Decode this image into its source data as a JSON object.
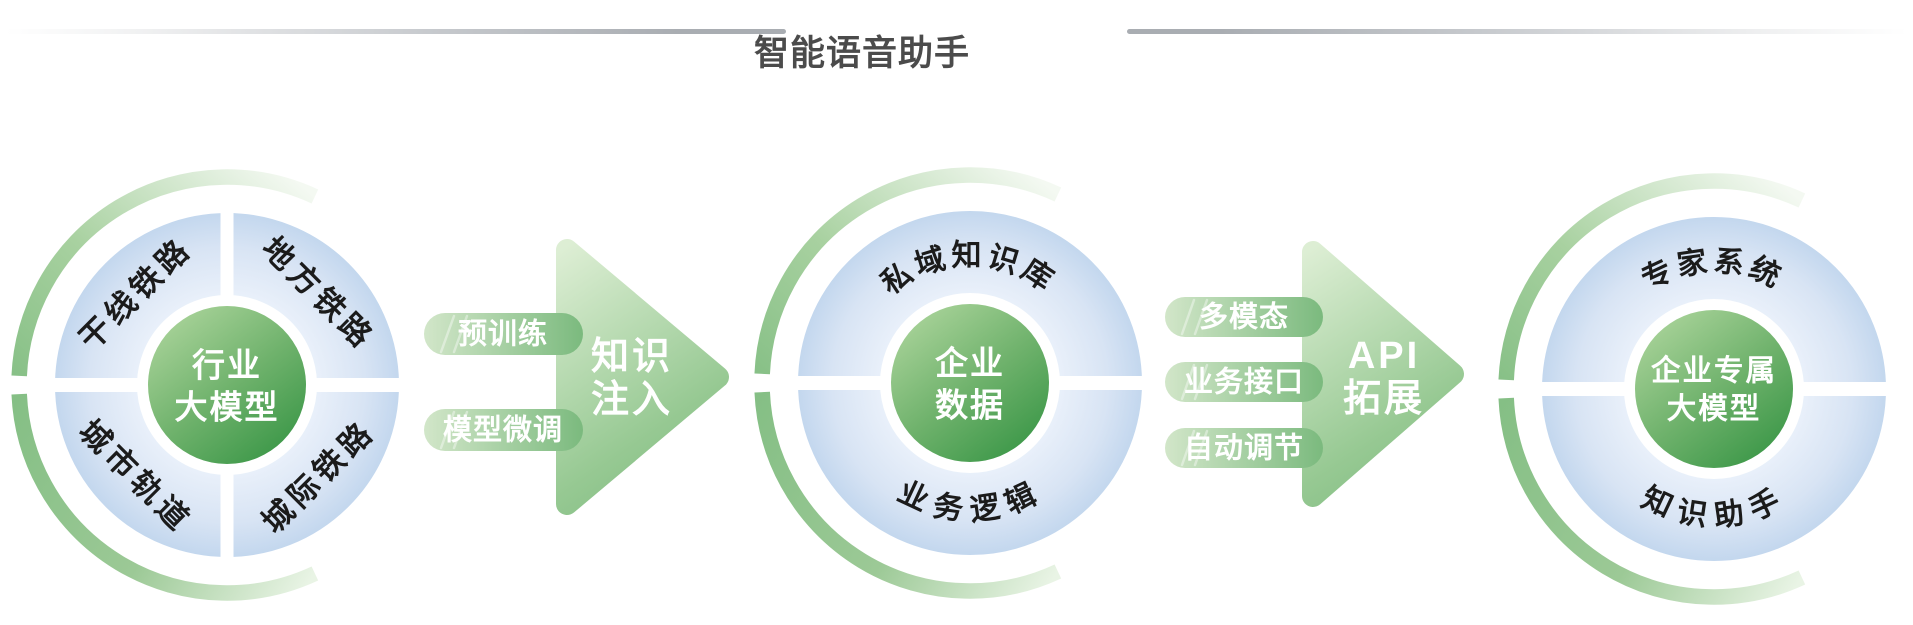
{
  "title": {
    "text": "智能语音助手"
  },
  "left_ring": {
    "center": {
      "line1": "行业",
      "line2": "大模型"
    },
    "quadrants": {
      "top_left": "干线铁路",
      "top_right": "地方铁路",
      "bottom_left": "城市轨道",
      "bottom_right": "城际铁路"
    }
  },
  "arrow1": {
    "label": {
      "line1": "知识",
      "line2": "注入"
    },
    "pills": [
      "预训练",
      "模型微调"
    ]
  },
  "middle_ring": {
    "center": {
      "line1": "企业",
      "line2": "数据"
    },
    "top": "私域知识库",
    "bottom": "业务逻辑"
  },
  "arrow2": {
    "label": {
      "line1": "API",
      "line2": "拓展"
    },
    "pills": [
      "多模态",
      "业务接口",
      "自动调节"
    ]
  },
  "right_ring": {
    "center": {
      "line1": "企业专属",
      "line2": "大模型"
    },
    "top": "专家系统",
    "bottom": "知识助手"
  },
  "colors": {
    "accent_green": "#85bf85",
    "light_green": "#ddeed4",
    "fill_blue": "#c3d7ee",
    "center_green": "#3d9849",
    "label_dark": "#1b1b1b",
    "title_gray": "#4b4b4b",
    "divider_gray": "#a9adb2"
  }
}
